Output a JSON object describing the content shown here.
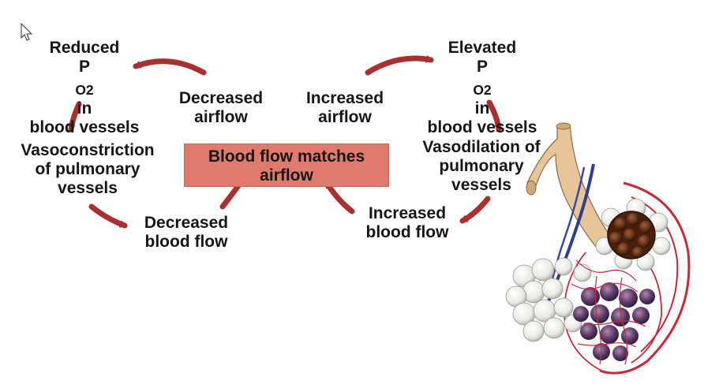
{
  "diagram": {
    "left_cycle": {
      "reduced_po2": {
        "line1": "Reduced",
        "po2_prefix": "P",
        "po2_sub": "O2",
        "po2_suffix": " in",
        "line3": "blood vessels"
      },
      "decreased_airflow": {
        "line1": "Decreased",
        "line2": "airflow"
      },
      "vasoconstriction": {
        "line1": "Vasoconstriction",
        "line2": "of pulmonary",
        "line3": "vessels"
      },
      "decreased_blood_flow": {
        "line1": "Decreased",
        "line2": "blood flow"
      }
    },
    "right_cycle": {
      "elevated_po2": {
        "line1": "Elevated",
        "po2_prefix": "P",
        "po2_sub": "O2",
        "po2_suffix": " in",
        "line3": "blood vessels"
      },
      "increased_airflow": {
        "line1": "Increased",
        "line2": "airflow"
      },
      "vasodilation": {
        "line1": "Vasodilation of",
        "line2": "pulmonary",
        "line3": "vessels"
      },
      "increased_blood_flow": {
        "line1": "Increased",
        "line2": "blood flow"
      }
    },
    "center": {
      "line1": "Blood flow matches",
      "line2": "airflow"
    },
    "colors": {
      "arrow": "#a8302e",
      "center_box": "#e07a6c",
      "alveoli": "#f1f1ef",
      "artery": "#c8283a",
      "vein": "#2f3d8a",
      "airway": "#e8c49a"
    },
    "illustration": "lung-alveoli-illustration"
  }
}
